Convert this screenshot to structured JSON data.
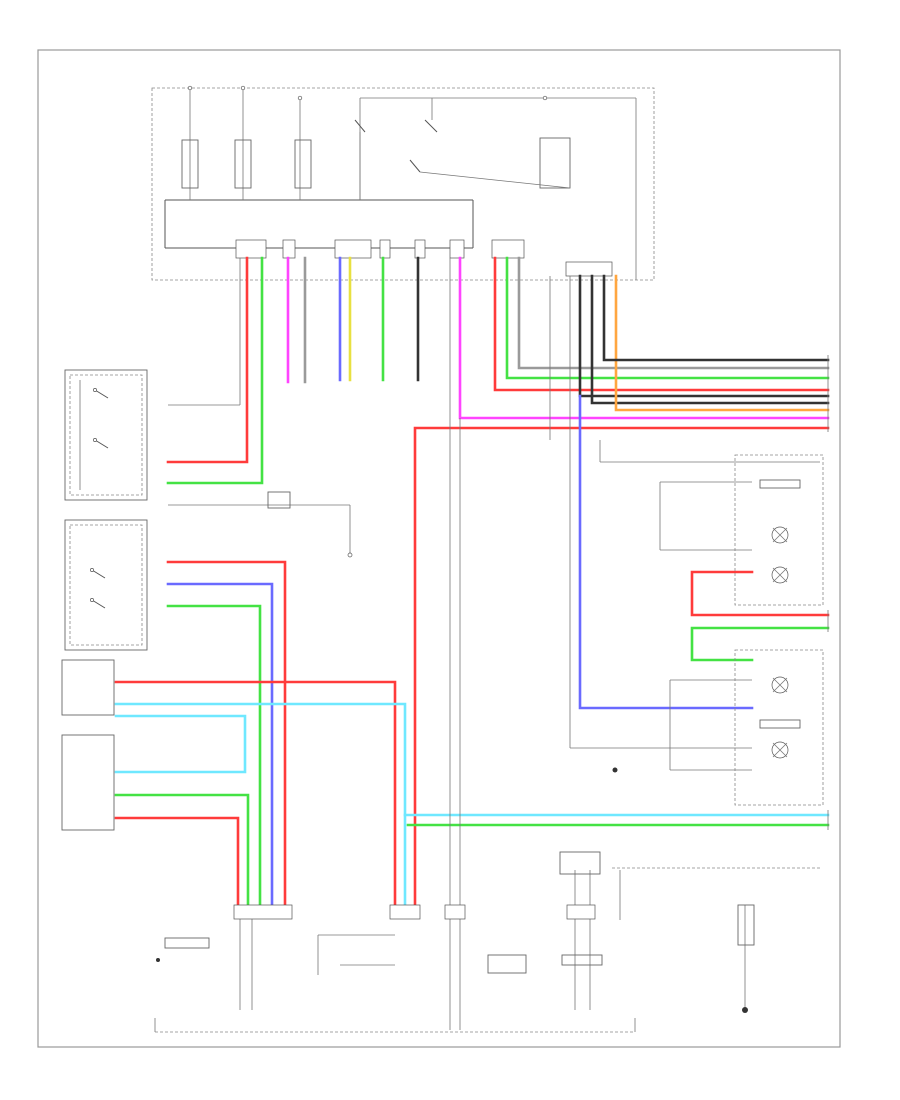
{
  "colors": {
    "red": "#ff3b3b",
    "green": "#44e244",
    "blue": "#6a6aff",
    "cyan": "#6fe8ff",
    "magenta": "#ff44ff",
    "orange": "#ffa640",
    "black": "#333333",
    "gray": "#9a9a9a",
    "yellow": "#e8e040",
    "frame": "#999999"
  },
  "components": [
    {
      "id": "headlamp-switch",
      "shape": "switch"
    },
    {
      "id": "dimmer-switch",
      "shape": "switch"
    },
    {
      "id": "left-headlight",
      "shape": "lamp"
    },
    {
      "id": "left-highbeam",
      "shape": "lamp"
    },
    {
      "id": "right-headlight",
      "shape": "lamp"
    },
    {
      "id": "right-highbeam",
      "shape": "lamp"
    },
    {
      "id": "ground",
      "shape": "ground"
    }
  ]
}
